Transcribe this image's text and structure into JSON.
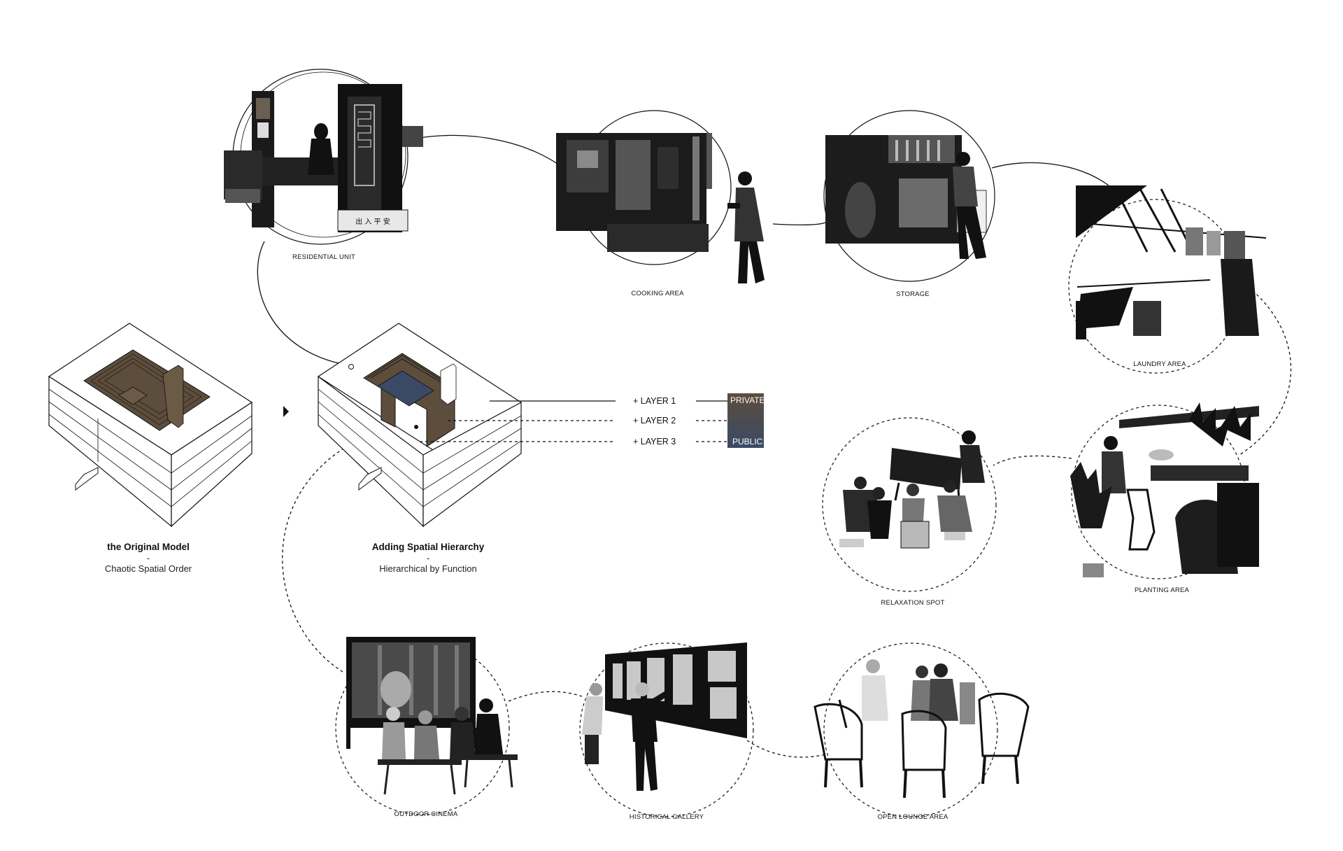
{
  "spaces": {
    "residential_unit": "RESIDENTIAL UNIT",
    "cooking_area": "COOKING AREA",
    "storage": "STORAGE",
    "laundry_area": "LAUNDRY AREA",
    "relaxation_spot": "RELAXATION SPOT",
    "planting_area": "PLANTING AREA",
    "outdoor_cinema": "OUTDOOR CINEMA",
    "historical_gallery": "HISTORICAL GALLERY",
    "open_lounge_area": "OPEN LOUNGE AREA"
  },
  "models": {
    "original": {
      "title": "the Original Model",
      "dash": "-",
      "subtitle": "Chaotic Spatial Order"
    },
    "hierarchy": {
      "title": "Adding Spatial Hierarchy",
      "dash": "-",
      "subtitle": "Hierarchical by Function"
    }
  },
  "layers": {
    "layer1": "+  LAYER 1",
    "layer2": "+  LAYER 2",
    "layer3": "+  LAYER 3",
    "private": "PRIVATE",
    "public": "PUBLIC"
  },
  "colors": {
    "brown": "#5c4d3c",
    "blue": "#3a4a66",
    "ink": "#111111"
  }
}
